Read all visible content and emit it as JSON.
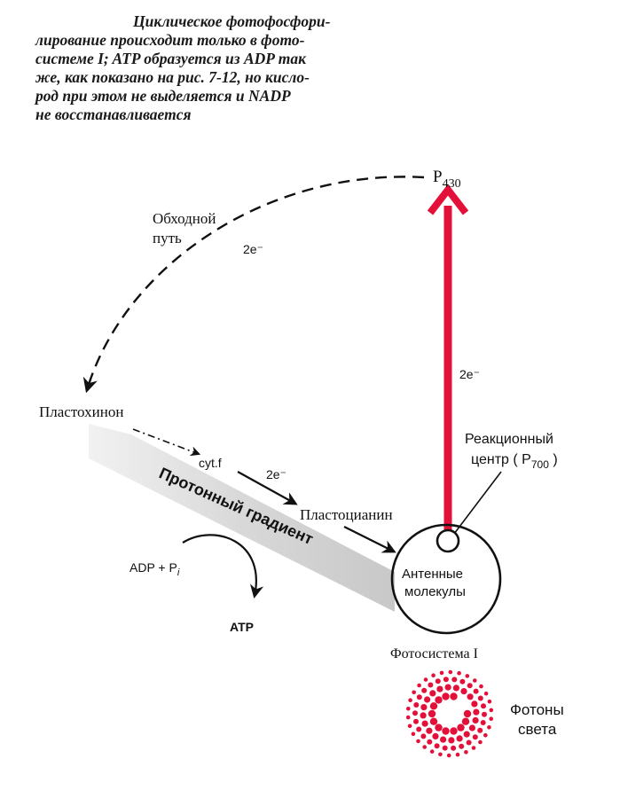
{
  "caption": {
    "lines": [
      "Циклическое фотофосфори-",
      "лирование происходит только в фото-",
      "системе I; ATP образуется из ADP так",
      "же, как показано на рис. 7-12, но кисло-",
      "род при этом не выделяется  и NADP",
      "не восстанавливается"
    ]
  },
  "labels": {
    "p430_main": "P",
    "p430_sub": "430",
    "bypass_line1": "Обходной",
    "bypass_line2": "путь",
    "electrons_bypass": "2e⁻",
    "electrons_vertical": "2e⁻",
    "electrons_cytf": "2e⁻",
    "plastoquinone": "Пластохинон",
    "cytf": "cyt.f",
    "plastocyanin": "Пластоцианин",
    "proton_gradient": "Протонный градиент",
    "reaction_center_line1": "Реакционный",
    "reaction_center_line2_a": "центр ( P",
    "reaction_center_line2_sub": "700",
    "reaction_center_line2_b": " )",
    "antenna_line1": "Антенные",
    "antenna_line2": "молекулы",
    "photosystem": "Фотосистема I",
    "adp_main": "ADP + P",
    "adp_sub": "i",
    "atp": "ATP",
    "photons_line1": "Фотоны",
    "photons_line2": "света"
  },
  "colors": {
    "red": "#e3103a",
    "atp": "#8a1450",
    "band": "#d6d6d6",
    "ink": "#111111"
  }
}
